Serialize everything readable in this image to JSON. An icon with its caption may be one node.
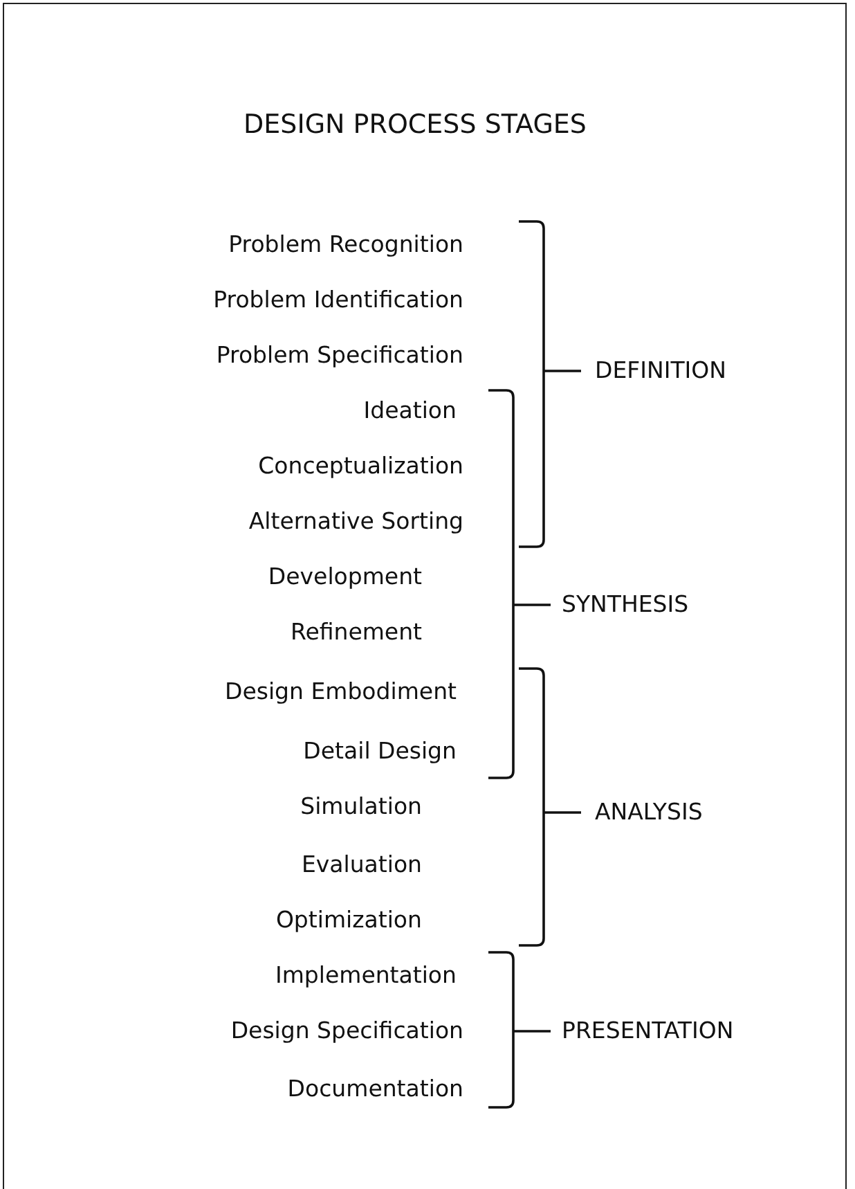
{
  "diagram": {
    "title": "DESIGN PROCESS STAGES",
    "labels": [
      "Problem Recognition",
      "Problem Identification",
      "Problem Specification",
      "DEFINITION",
      "Ideation",
      "Conceptualization",
      "Alternative Sorting",
      "Development",
      "SYNTHESIS",
      "Refinement",
      "Design Embodiment",
      "Detail Design",
      "Simulation",
      "ANALYSIS",
      "Evaluation",
      "Optimization",
      "Implementation",
      "Design Specification",
      "PRESENTATION",
      "Documentation"
    ]
  }
}
